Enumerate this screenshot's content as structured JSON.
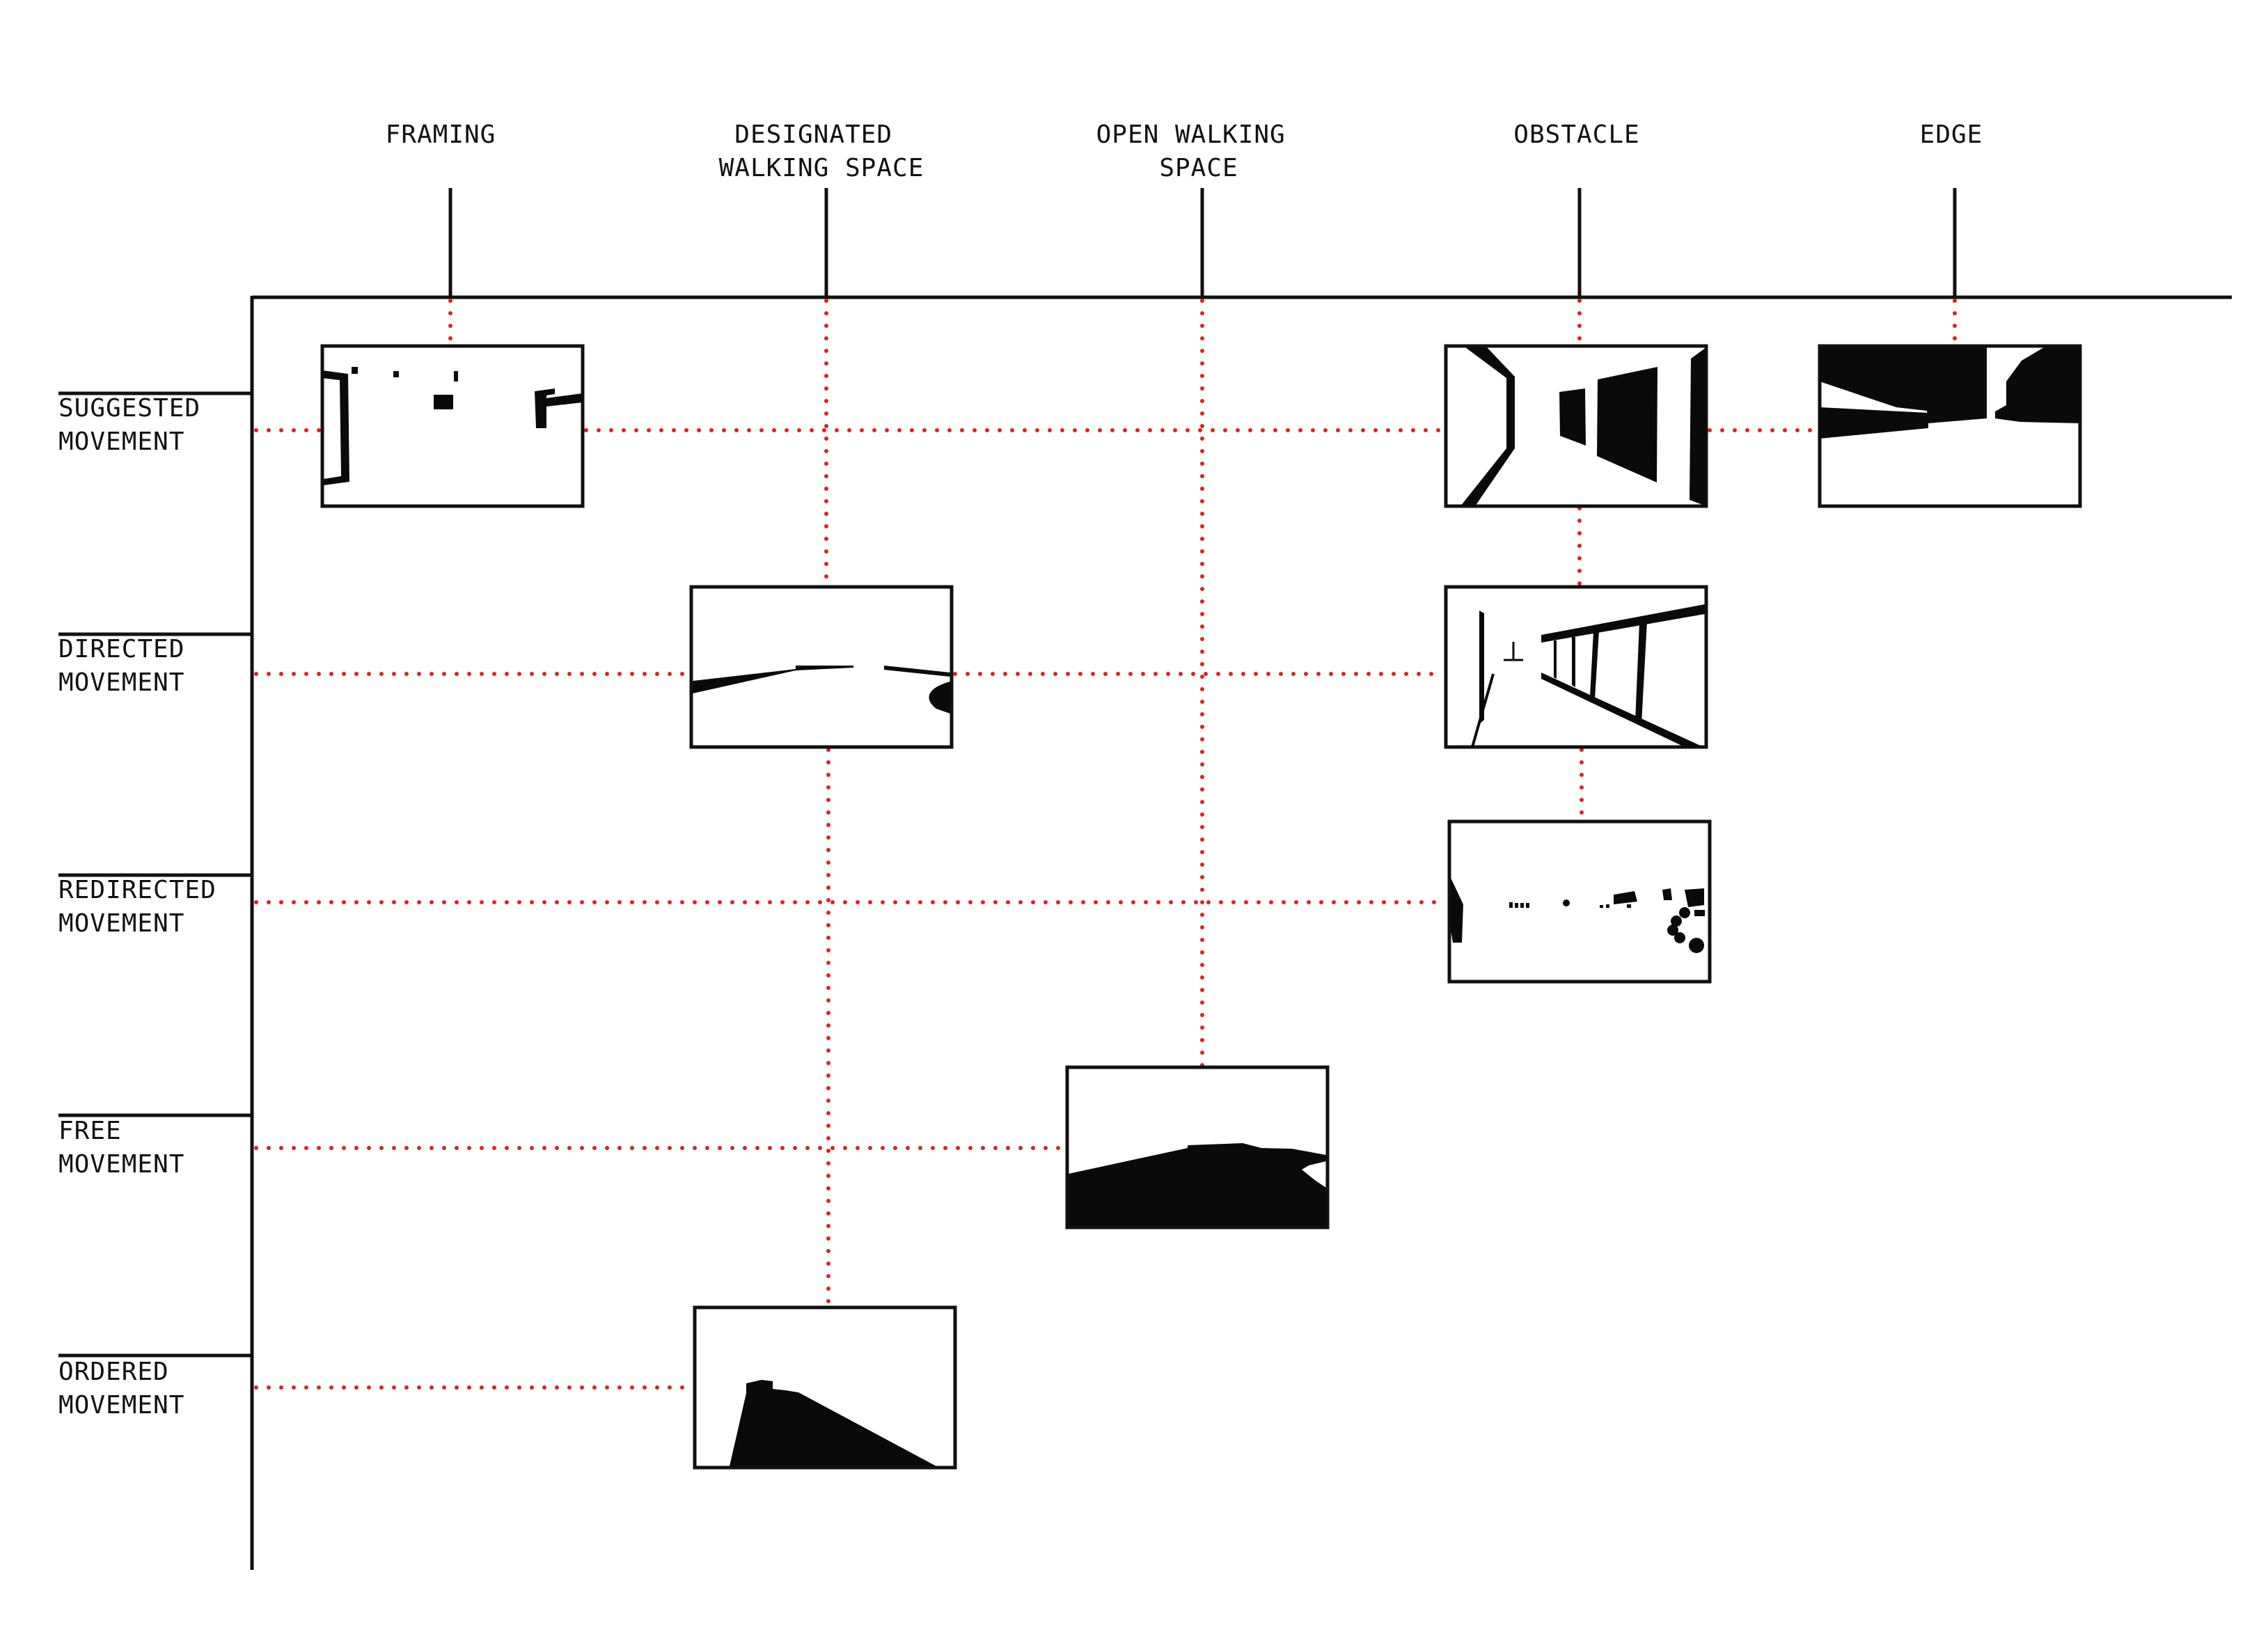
{
  "columns": [
    {
      "id": "framing",
      "lines": [
        "FRAMING"
      ]
    },
    {
      "id": "designated-walking-space",
      "lines": [
        "DESIGNATED",
        "WALKING SPACE"
      ]
    },
    {
      "id": "open-walking-space",
      "lines": [
        "OPEN WALKING",
        "SPACE"
      ]
    },
    {
      "id": "obstacle",
      "lines": [
        "OBSTACLE"
      ]
    },
    {
      "id": "edge",
      "lines": [
        "EDGE"
      ]
    }
  ],
  "rows": [
    {
      "id": "suggested-movement",
      "lines": [
        "SUGGESTED",
        "MOVEMENT"
      ]
    },
    {
      "id": "directed-movement",
      "lines": [
        "DIRECTED",
        "MOVEMENT"
      ]
    },
    {
      "id": "redirected-movement",
      "lines": [
        "REDIRECTED",
        "MOVEMENT"
      ]
    },
    {
      "id": "free-movement",
      "lines": [
        "FREE",
        "MOVEMENT"
      ]
    },
    {
      "id": "ordered-movement",
      "lines": [
        "ORDERED",
        "MOVEMENT"
      ]
    }
  ],
  "colors": {
    "axis": "#111111",
    "connector": "#dd2222",
    "ink": "#0a0a0a"
  }
}
